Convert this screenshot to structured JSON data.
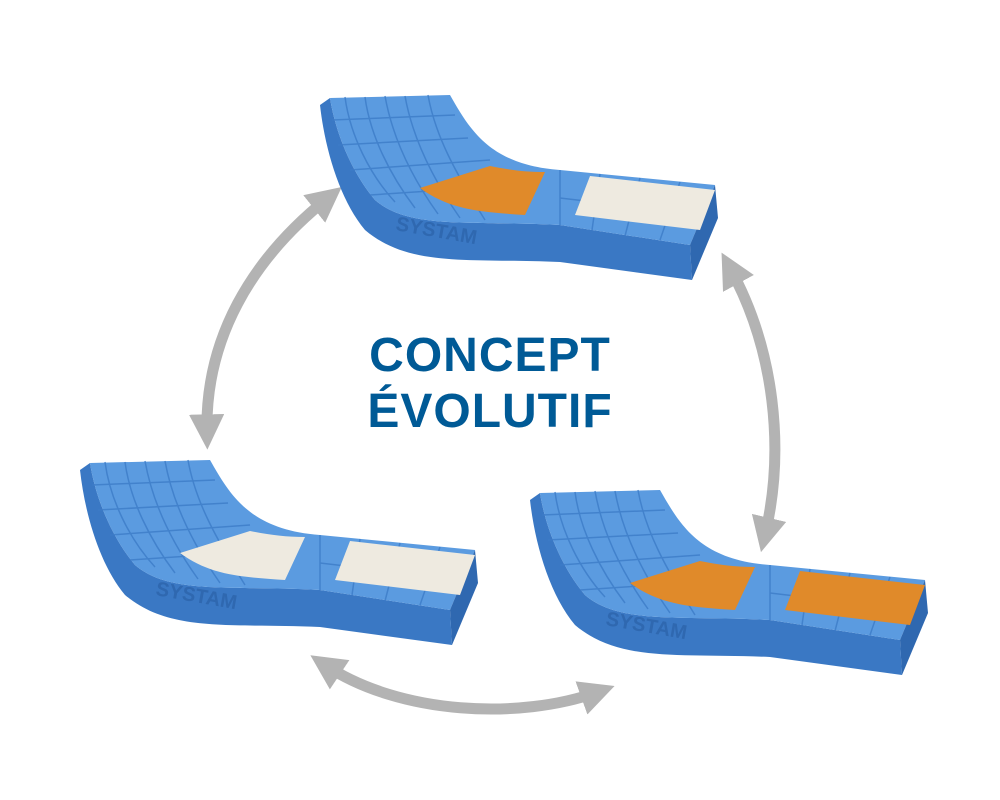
{
  "title": {
    "line1": "CONCEPT",
    "line2": "ÉVOLUTIF"
  },
  "brand_logo": "SYSTAM",
  "colors": {
    "title": "#005a96",
    "mattress_top": "#4f8fd8",
    "mattress_side": "#3a78c4",
    "insert_orange": "#e08a2a",
    "insert_white": "#eeeae0",
    "arrow": "#b3b3b3"
  },
  "mattresses": [
    {
      "id": "top",
      "head_insert": "orange",
      "foot_insert": "white"
    },
    {
      "id": "left",
      "head_insert": "white",
      "foot_insert": "white"
    },
    {
      "id": "right",
      "head_insert": "orange",
      "foot_insert": "orange"
    }
  ]
}
